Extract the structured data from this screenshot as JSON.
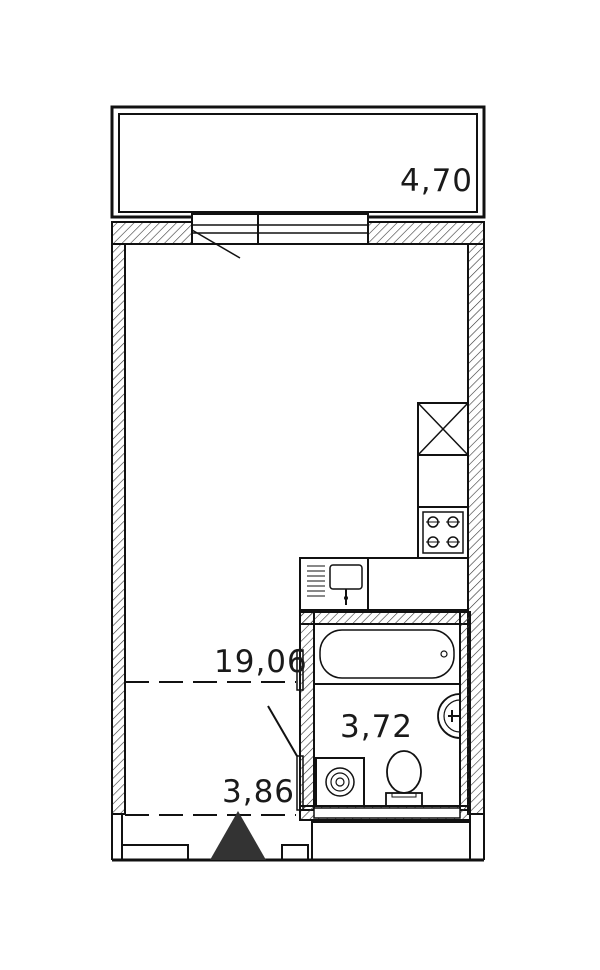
{
  "floor_plan": {
    "rooms": [
      {
        "id": "balcony",
        "area": "4,70"
      },
      {
        "id": "living-room",
        "area": "19,06"
      },
      {
        "id": "bathroom",
        "area": "3,72"
      },
      {
        "id": "hallway",
        "area": "3,86"
      }
    ],
    "fixtures": [
      "stove-icon",
      "sink-icon",
      "bathtub-icon",
      "toilet-icon",
      "washbasin-icon",
      "washing-machine-icon",
      "ventilation-shaft-icon",
      "entrance-arrow-icon"
    ]
  }
}
